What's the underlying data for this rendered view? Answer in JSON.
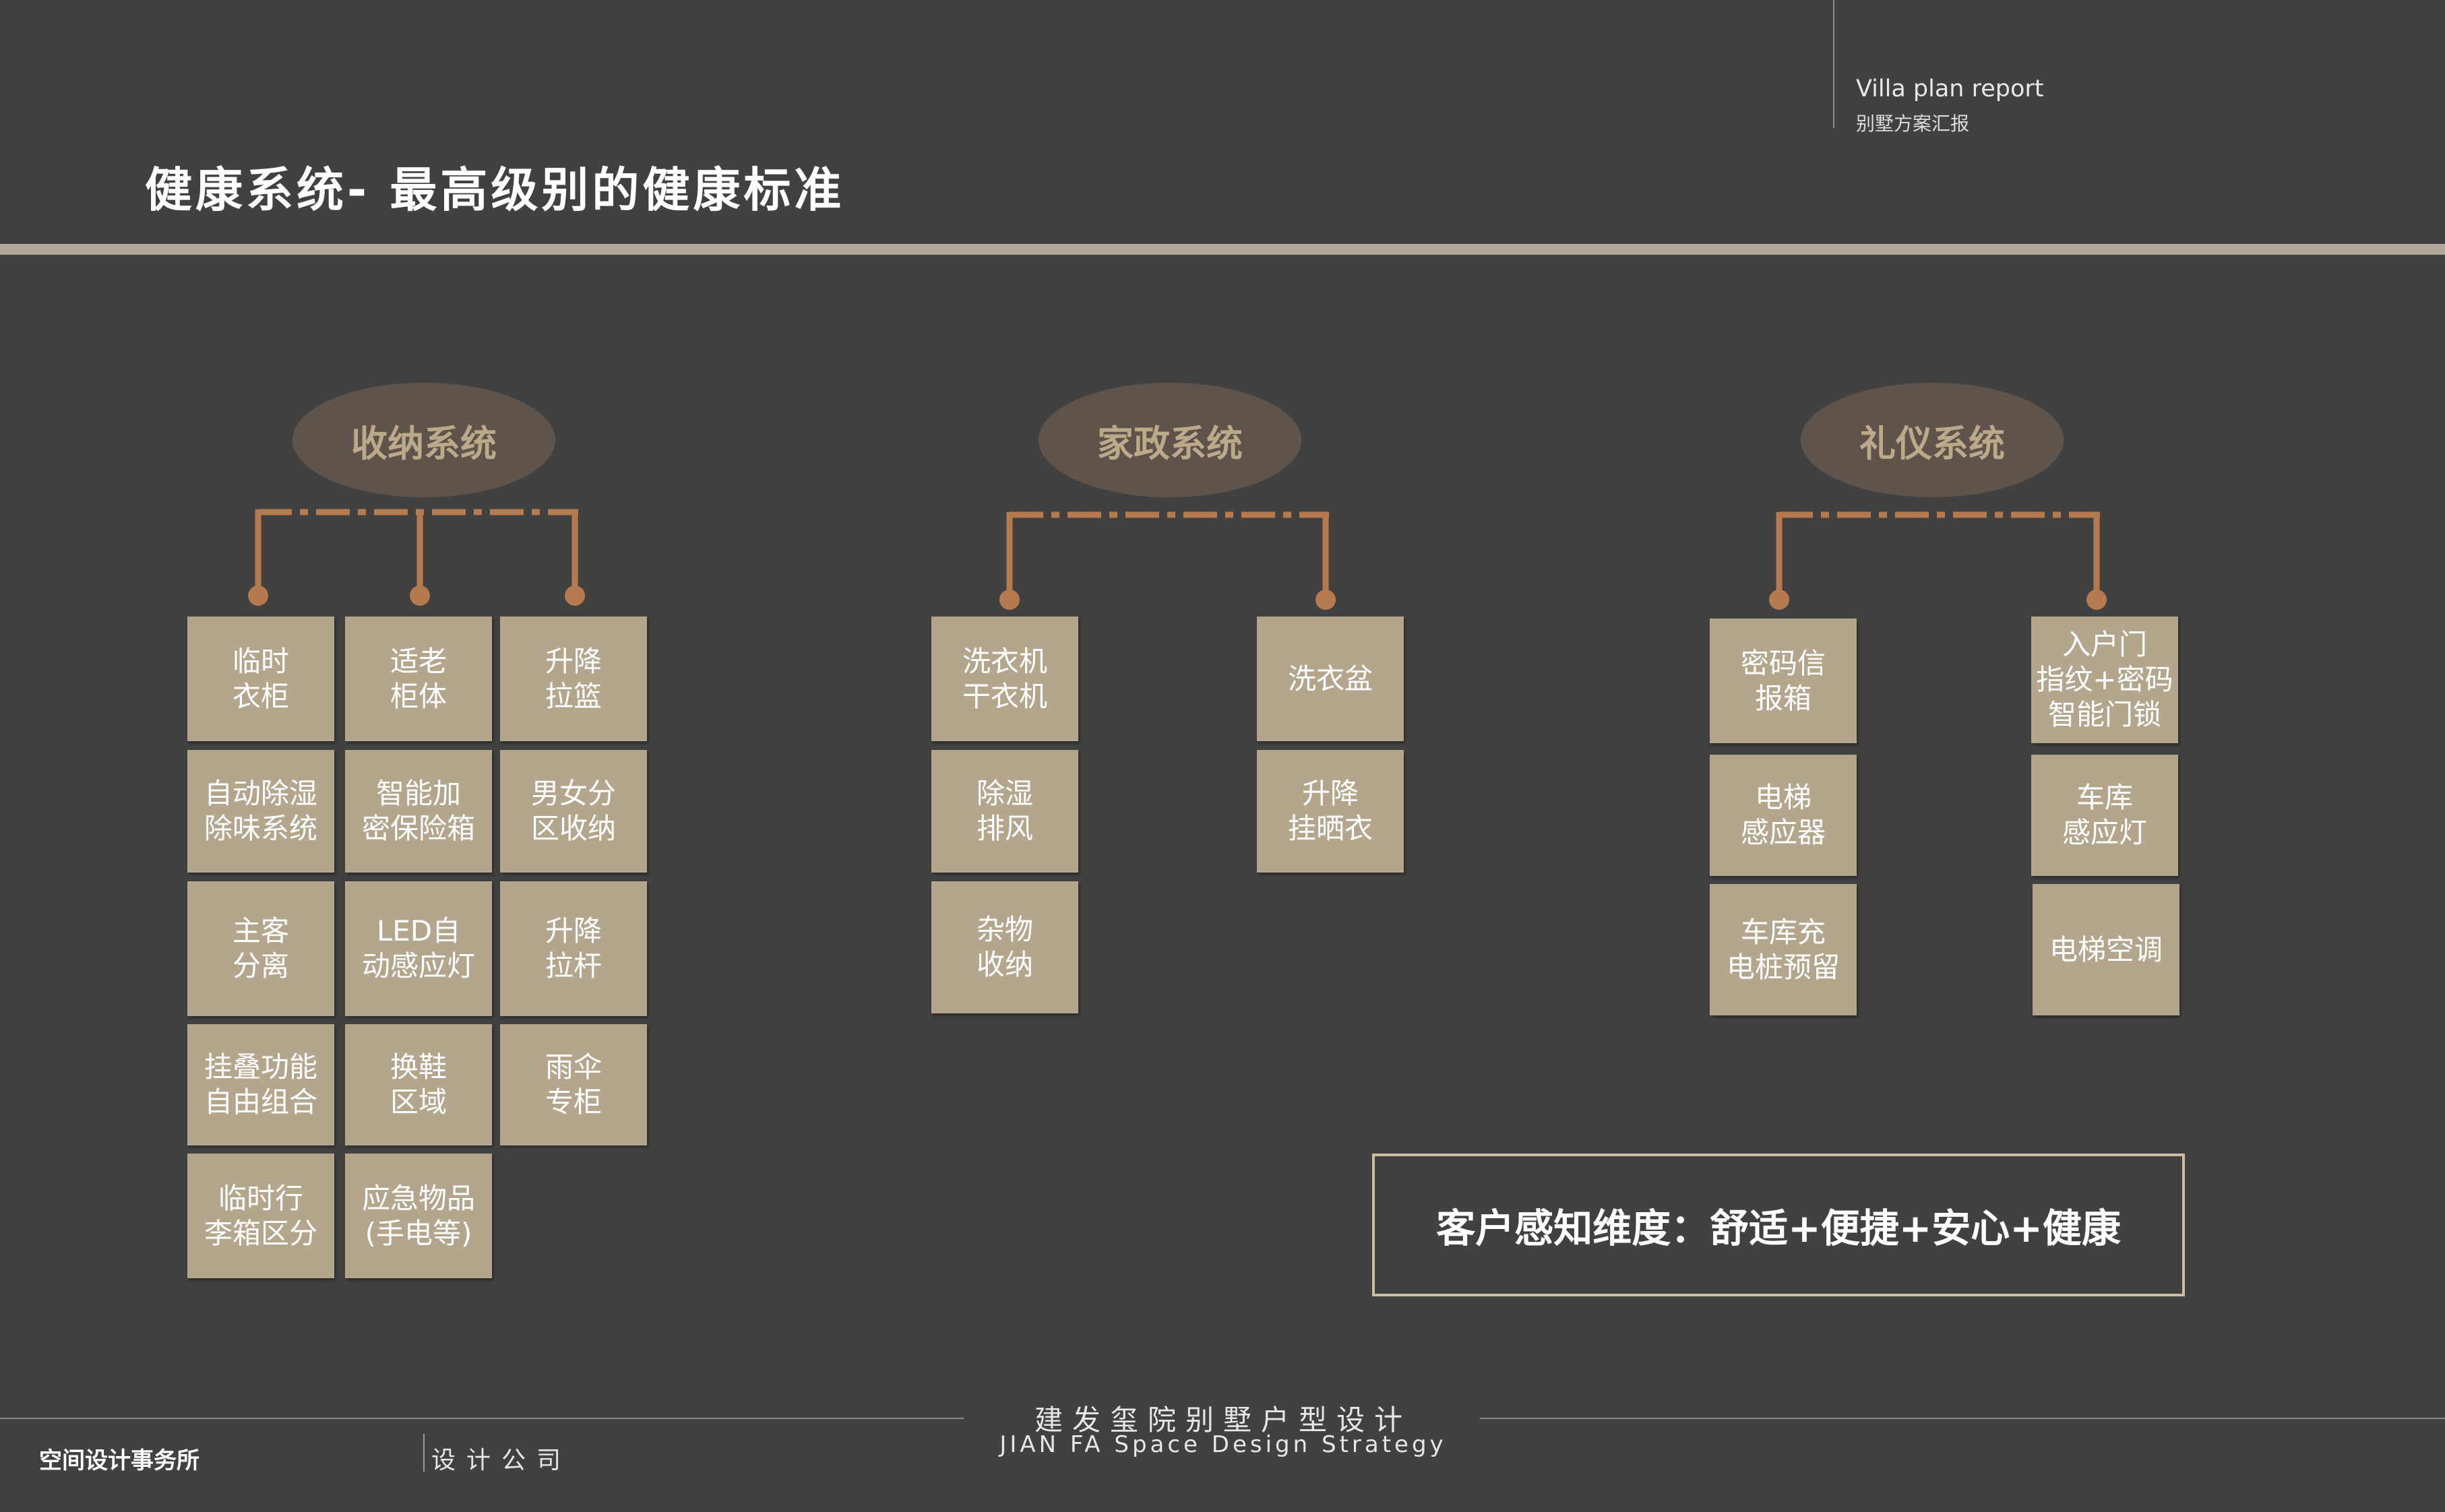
{
  "header": {
    "report_en": "Villa plan report",
    "report_cn": "别墅方案汇报",
    "title": "健康系统- 最高级别的健康标准"
  },
  "systems": [
    {
      "name": "收纳系统",
      "items": [
        "临时\n衣柜",
        "适老\n柜体",
        "升降\n拉篮",
        "自动除湿\n除味系统",
        "智能加\n密保险箱",
        "男女分\n区收纳",
        "主客\n分离",
        "LED自\n动感应灯",
        "升降\n拉杆",
        "挂叠功能\n自由组合",
        "换鞋\n区域",
        "雨伞\n专柜",
        "临时行\n李箱区分",
        "应急物品\n(手电等)"
      ]
    },
    {
      "name": "家政系统",
      "items": [
        "洗衣机\n干衣机",
        "洗衣盆",
        "除湿\n排风",
        "升降\n挂晒衣",
        "杂物\n收纳"
      ]
    },
    {
      "name": "礼仪系统",
      "items": [
        "密码信\n报箱",
        "入户门\n指纹+密码\n智能门锁",
        "电梯\n感应器",
        "车库\n感应灯",
        "车库充\n电桩预留",
        "电梯空调"
      ]
    }
  ],
  "summary": "客户感知维度：舒适+便捷+安心+健康",
  "footer": {
    "project_cn": "建发玺院别墅户型设计",
    "project_en": "JIAN FA Space Design Strategy",
    "firm": "空间设计事务所",
    "company": "设计公司"
  },
  "colors": {
    "background": "#414141",
    "box": "#b3a68d",
    "oval": "#5e544c",
    "oval_text": "#bca989",
    "connector": "#b57a4e",
    "rule": "#b1a898"
  }
}
